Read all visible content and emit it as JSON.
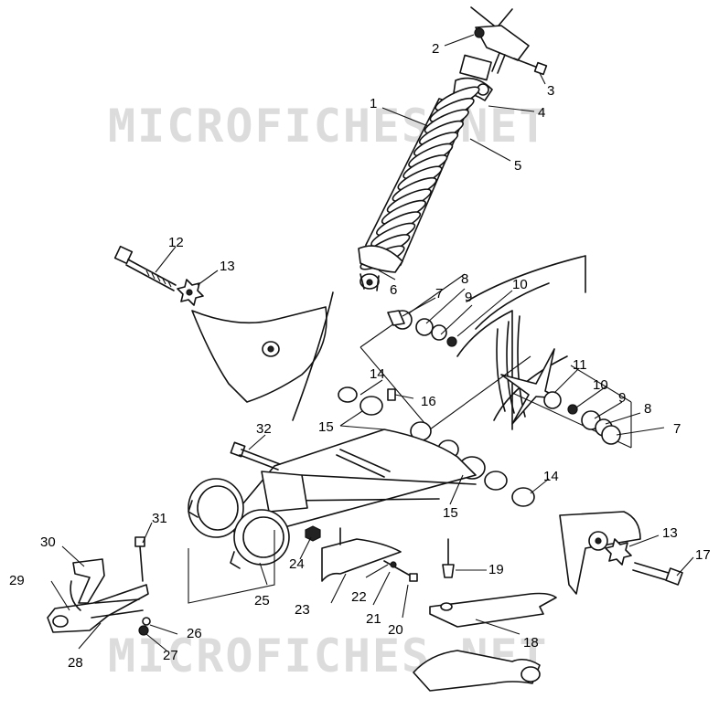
{
  "watermark": {
    "text": "MICROFICHES.NET",
    "color": "#dcdcdc"
  },
  "callouts": [
    {
      "id": "c2",
      "label": "2"
    },
    {
      "id": "c3",
      "label": "3"
    },
    {
      "id": "c1",
      "label": "1"
    },
    {
      "id": "c4",
      "label": "4"
    },
    {
      "id": "c5",
      "label": "5"
    },
    {
      "id": "c12",
      "label": "12"
    },
    {
      "id": "c13a",
      "label": "13"
    },
    {
      "id": "c6",
      "label": "6"
    },
    {
      "id": "c7a",
      "label": "7"
    },
    {
      "id": "c8a",
      "label": "8"
    },
    {
      "id": "c9a",
      "label": "9"
    },
    {
      "id": "c10a",
      "label": "10"
    },
    {
      "id": "c14a",
      "label": "14"
    },
    {
      "id": "c16",
      "label": "16"
    },
    {
      "id": "c15a",
      "label": "15"
    },
    {
      "id": "c11",
      "label": "11"
    },
    {
      "id": "c10b",
      "label": "10"
    },
    {
      "id": "c9b",
      "label": "9"
    },
    {
      "id": "c8b",
      "label": "8"
    },
    {
      "id": "c7b",
      "label": "7"
    },
    {
      "id": "c32",
      "label": "32"
    },
    {
      "id": "c14b",
      "label": "14"
    },
    {
      "id": "c15b",
      "label": "15"
    },
    {
      "id": "c31",
      "label": "31"
    },
    {
      "id": "c13b",
      "label": "13"
    },
    {
      "id": "c17",
      "label": "17"
    },
    {
      "id": "c30",
      "label": "30"
    },
    {
      "id": "c24",
      "label": "24"
    },
    {
      "id": "c19",
      "label": "19"
    },
    {
      "id": "c29",
      "label": "29"
    },
    {
      "id": "c25",
      "label": "25"
    },
    {
      "id": "c22",
      "label": "22"
    },
    {
      "id": "c23",
      "label": "23"
    },
    {
      "id": "c21",
      "label": "21"
    },
    {
      "id": "c20",
      "label": "20"
    },
    {
      "id": "c18",
      "label": "18"
    },
    {
      "id": "c26",
      "label": "26"
    },
    {
      "id": "c27",
      "label": "27"
    },
    {
      "id": "c28",
      "label": "28"
    }
  ]
}
